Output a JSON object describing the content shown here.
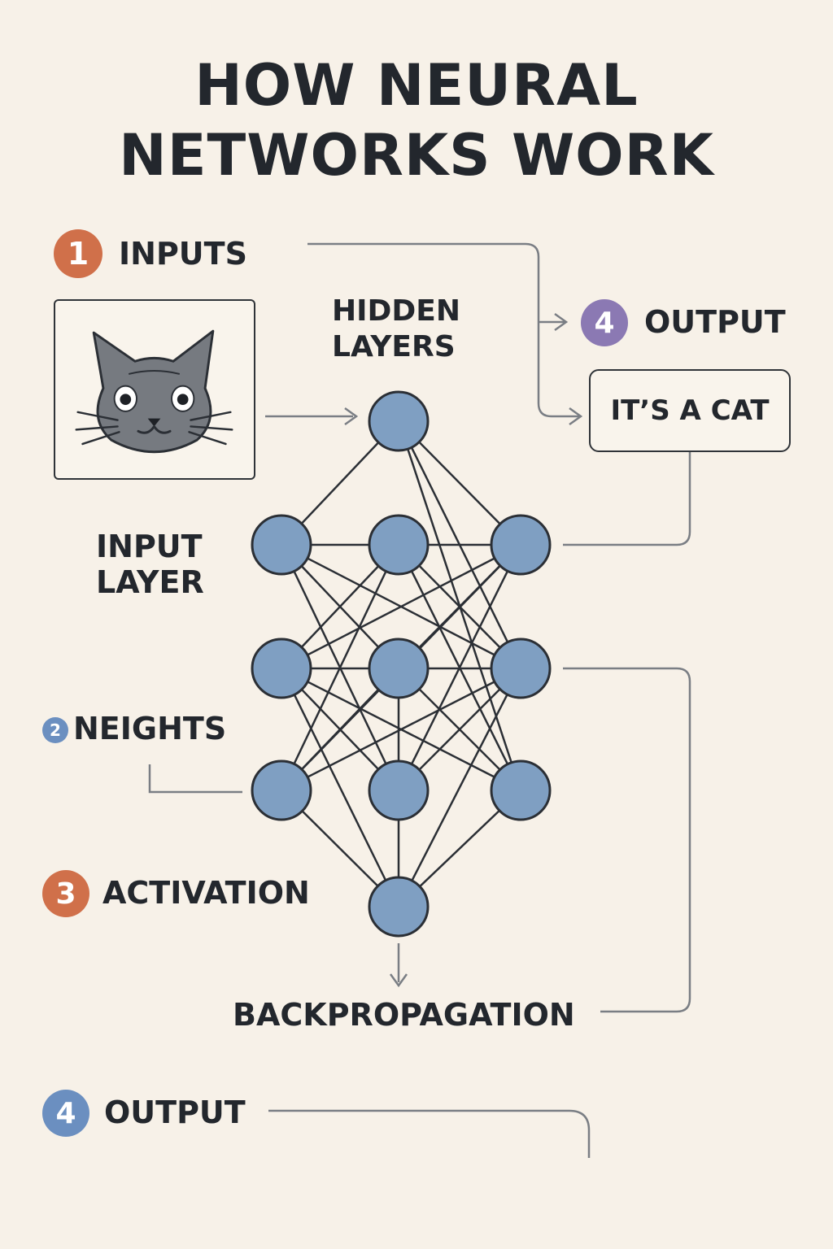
{
  "title": {
    "line1": "HOW NEURAL",
    "line2": "NETWORKS WORK"
  },
  "steps": {
    "inputs": {
      "number": "1",
      "label": "INPUTS"
    },
    "weights": {
      "number": "2",
      "label": "NEIGHTS"
    },
    "activation": {
      "number": "3",
      "label": "ACTIVATION"
    },
    "output_top": {
      "number": "4",
      "label": "OUTPUT"
    },
    "output_bottom": {
      "number": "4",
      "label": "OUTPUT"
    }
  },
  "labels": {
    "hidden_layers_line1": "HIDDEN",
    "hidden_layers_line2": "LAYERS",
    "input_layer_line1": "INPUT",
    "input_layer_line2": "LAYER",
    "backpropagation": "BACKPROPAGATION"
  },
  "result": {
    "text": "IT’S A CAT"
  },
  "colors": {
    "background": "#f7f1e8",
    "text": "#23272d",
    "node_fill": "#7f9fc2",
    "node_stroke": "#2b2f35",
    "connector": "#7a7e84",
    "badge_orange": "#d0704a",
    "badge_purple": "#8b79b3",
    "badge_blue": "#6b8fc0",
    "cat_fill": "#767a80"
  },
  "icons": {
    "input_image": "cat-face-icon"
  }
}
